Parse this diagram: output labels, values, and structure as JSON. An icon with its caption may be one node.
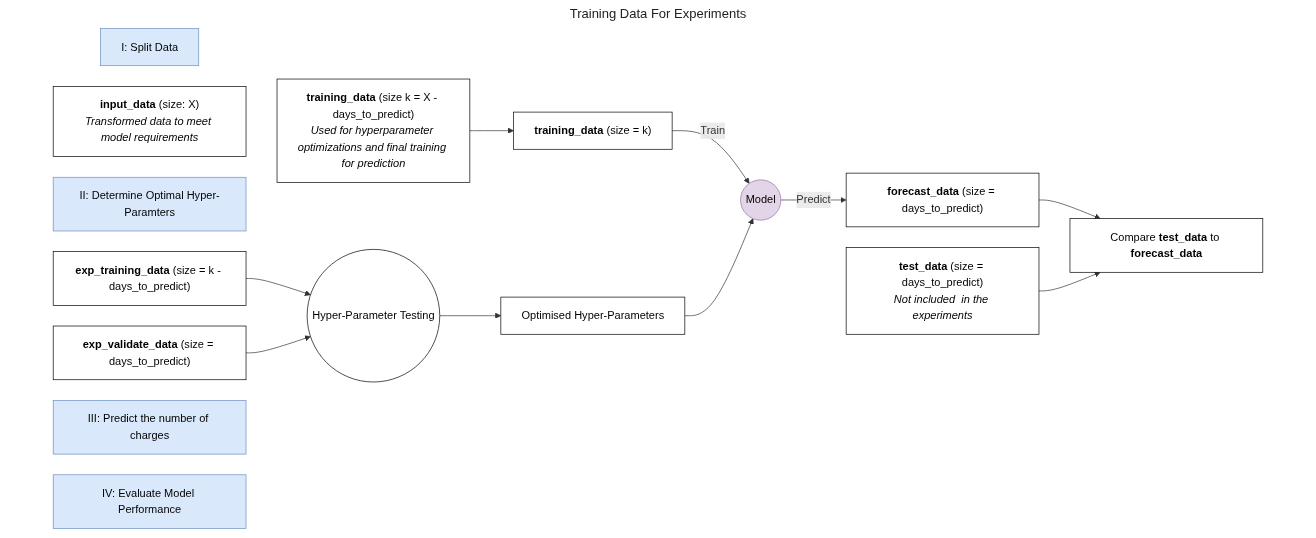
{
  "diagram": {
    "nodes": [
      {
        "text": [
          "I: Split Data"
        ]
      },
      {
        "text": [
          "**input_data** (size: X)",
          "Transformed data to meet model requirements"
        ]
      },
      {
        "text": [
          "**training_data** (size k = X - days_to_predict)",
          "Used for hyperparameter optimizations and final training for prediction"
        ]
      },
      {
        "text": [
          "**test_data** (size = days_to_predict)",
          "Not included  in the experiments"
        ]
      },
      {
        "text": [
          "II: Determine Optimal Hyper-Paramters"
        ]
      },
      {
        "text": [
          "**training_data** (size = k)"
        ]
      },
      {
        "text": [
          "**exp_training_data** (size = k - days_to_predict)"
        ]
      },
      {
        "text": [
          "**exp_validate_data** (size = days_to_predict)"
        ]
      },
      {
        "text": [
          "Hyper-Parameter Testing"
        ]
      },
      {
        "text": [
          "Optimised Hyper-Parameters"
        ]
      },
      {
        "text": [
          "Model"
        ]
      },
      {
        "text": [
          "III: Predict the number of charges"
        ]
      },
      {
        "text": [
          "**forecast_data** (size = days_to_predict)"
        ]
      },
      {
        "text": [
          "IV: Evaluate Model Performance"
        ]
      },
      {
        "text": [
          "Compare **test_data** to **forecast_data**"
        ]
      }
    ],
    "edges": [
      {
        "from": 2,
        "to": 5,
        "arrow": "to"
      },
      {
        "from": 5,
        "to": 10,
        "arrow": "to",
        "label": "Train"
      },
      {
        "from": 10,
        "to": 12,
        "arrow": "to",
        "label": "Predict"
      },
      {
        "from": 6,
        "to": 8,
        "arrow": "to"
      },
      {
        "from": 7,
        "to": 8,
        "arrow": "to"
      },
      {
        "from": 8,
        "to": 9,
        "arrow": "to"
      },
      {
        "from": 9,
        "to": 10,
        "arrow": "to"
      },
      {
        "from": 12,
        "to": 14,
        "arrow": "to"
      },
      {
        "from": 3,
        "to": 14,
        "arrow": "to"
      }
    ],
    "labels": [
      "Training Data For Experiments"
    ]
  }
}
